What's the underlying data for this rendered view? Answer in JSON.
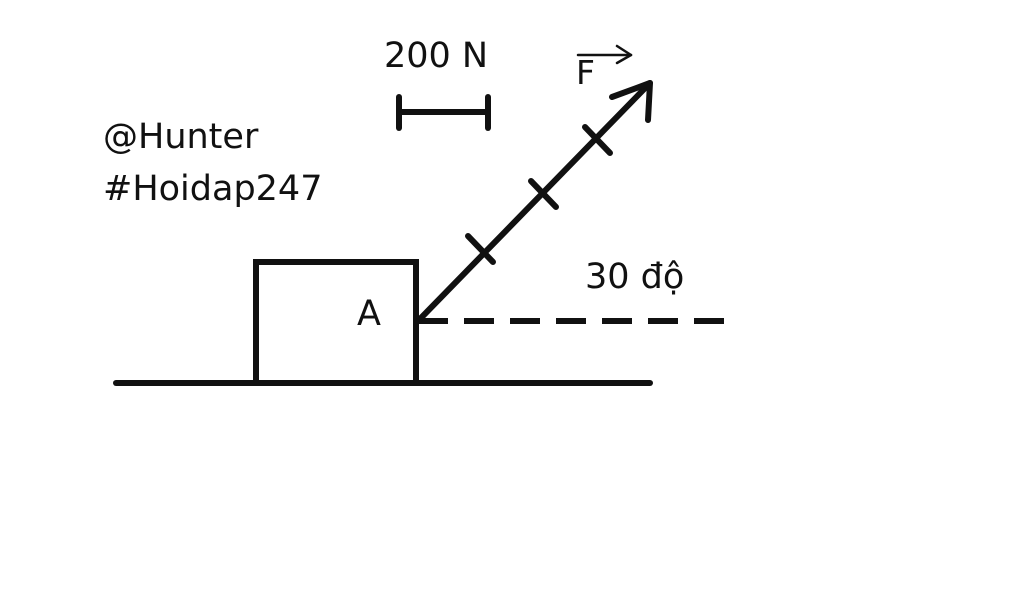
{
  "watermark": {
    "line1": "@Hunter",
    "line2": "#Hoidap247"
  },
  "scale": {
    "label": "200 N"
  },
  "force": {
    "label": "F",
    "angle_label": "30 độ",
    "tick_count": 3
  },
  "block": {
    "label": "A"
  },
  "colors": {
    "ink": "#111111",
    "background": "#ffffff"
  }
}
